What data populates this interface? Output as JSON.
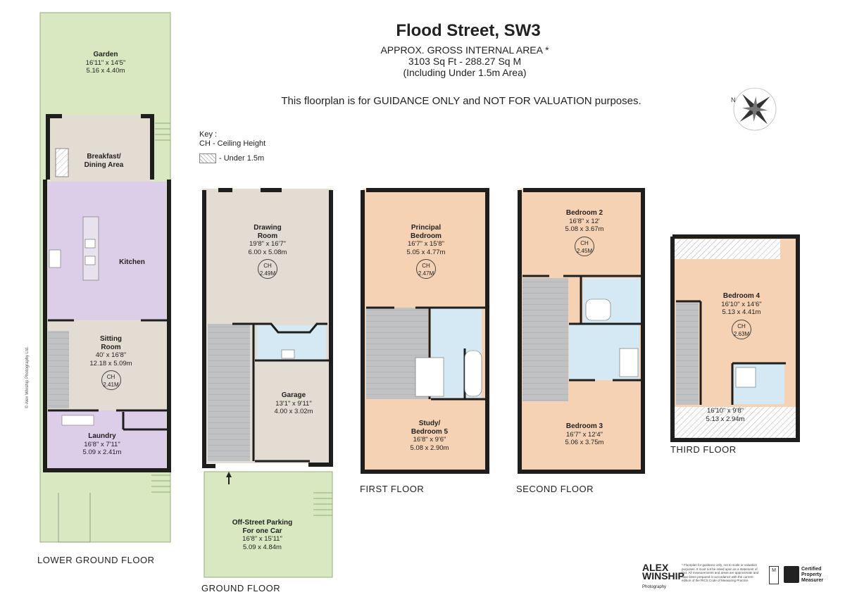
{
  "header": {
    "title": "Flood Street, SW3",
    "area_line1": "APPROX. GROSS INTERNAL  AREA *",
    "area_line2": "3103 Sq Ft  -  288.27 Sq M",
    "area_line3": "(Including Under 1.5m Area)",
    "guidance": "This floorplan is for GUIDANCE ONLY and NOT FOR VALUATION purposes."
  },
  "key": {
    "title": "Key :",
    "ch": "CH - Ceiling Height",
    "under": "- Under 1.5m"
  },
  "floors": {
    "lower_ground": "LOWER GROUND FLOOR",
    "ground": "GROUND FLOOR",
    "first": "FIRST FLOOR",
    "second": "SECOND FLOOR",
    "third": "THIRD FLOOR"
  },
  "rooms": {
    "garden": {
      "name": "Garden",
      "imp": "16'11\" x 14'5\"",
      "met": "5.16 x 4.40m"
    },
    "breakfast": {
      "name1": "Breakfast/",
      "name2": "Dining Area"
    },
    "kitchen": {
      "name": "Kitchen"
    },
    "sitting": {
      "name1": "Sitting",
      "name2": "Room",
      "imp": "40' x 16'8\"",
      "met": "12.18 x 5.09m",
      "ch1": "CH",
      "ch2": "2.41M"
    },
    "laundry": {
      "name": "Laundry",
      "imp": "16'8\" x 7'11\"",
      "met": "5.09 x 2.41m"
    },
    "drawing": {
      "name1": "Drawing",
      "name2": "Room",
      "imp": "19'8\" x 16'7\"",
      "met": "6.00 x 5.08m",
      "ch1": "CH",
      "ch2": "2.49M"
    },
    "garage": {
      "name": "Garage",
      "imp": "13'1\" x 9'11\"",
      "met": "4.00 x 3.02m"
    },
    "parking": {
      "name1": "Off-Street Parking",
      "name2": "For one Car",
      "imp": "16'8\" x 15'11\"",
      "met": "5.09 x 4.84m"
    },
    "principal": {
      "name1": "Principal",
      "name2": "Bedroom",
      "imp": "16'7\" x 15'8\"",
      "met": "5.05 x 4.77m",
      "ch1": "CH",
      "ch2": "2.47M"
    },
    "study": {
      "name1": "Study/",
      "name2": "Bedroom 5",
      "imp": "16'8\" x 9'6\"",
      "met": "5.08 x 2.90m"
    },
    "bedroom2": {
      "name": "Bedroom 2",
      "imp": "16'8\" x 12'",
      "met": "5.08 x 3.67m",
      "ch1": "CH",
      "ch2": "2.45M"
    },
    "bedroom3": {
      "name": "Bedroom 3",
      "imp": "16'7\" x 12'4\"",
      "met": "5.06 x 3.75m"
    },
    "bedroom4": {
      "name": "Bedroom 4",
      "imp": "16'10\" x 14'6\"",
      "met": "5.13 x 4.41m",
      "ch1": "CH",
      "ch2": "2.63M"
    },
    "third_loft": {
      "imp": "16'10\" x 9'8\"",
      "met": "5.13 x 2.94m"
    }
  },
  "footer": {
    "watermark": "© Alex Winship Photography Ltd.",
    "logo1": "ALEX",
    "logo2": "WINSHIP",
    "logo3": "Photography",
    "disclaimer": "* Floorplan for guidance only, not to scale or valuation purposes. It must not be relied upon as a statement of fact. All measurements and areas are approximate and have been prepared in accordance with the current edition of the RICS Code of Measuring Practice",
    "rics1": "Certified",
    "rics2": "Property",
    "rics3": "Measurer"
  },
  "colors": {
    "garden": "#d8e8c0",
    "kitchen": "#dccde8",
    "living": "#e3dcd3",
    "bedroom": "#f6d2b4",
    "bath": "#d4e9f3",
    "stairs": "#bfc1c3",
    "wall": "#1e1e1e"
  }
}
